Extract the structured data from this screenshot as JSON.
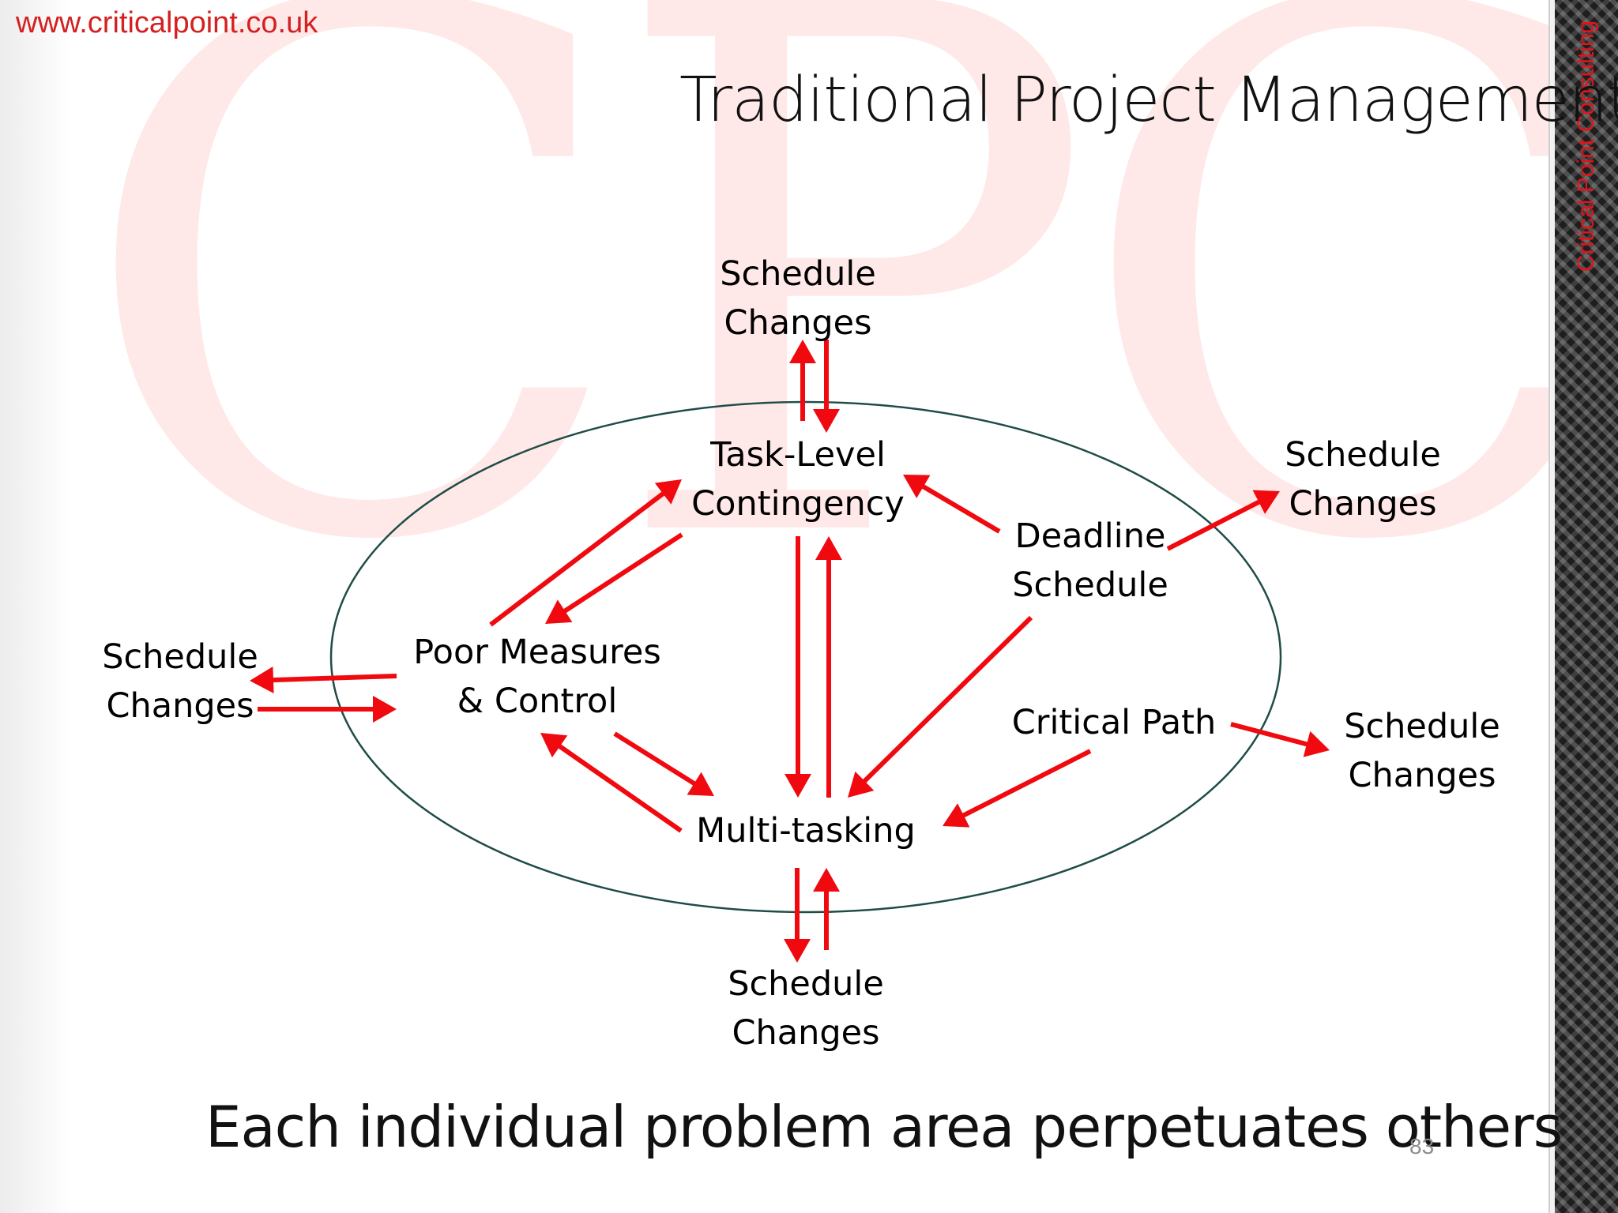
{
  "site_url": "www.criticalpoint.co.uk",
  "watermark": "CPC",
  "side_label": "Critical Point Consulting",
  "title": "Traditional Project Management",
  "caption": "Each individual problem area perpetuates others",
  "page_number": "83",
  "colors": {
    "arrow": "#f00a0f",
    "ellipse": "#1f4c47",
    "accent": "#d42020",
    "watermark": "#ffe8e8"
  },
  "nodes": {
    "task_level": {
      "line1": "Task-Level",
      "line2": "Contingency"
    },
    "deadline": {
      "line1": "Deadline",
      "line2": "Schedule"
    },
    "poor_measures": {
      "line1": "Poor Measures",
      "line2": "& Control"
    },
    "critical_path": {
      "line1": "Critical Path"
    },
    "multitasking": {
      "line1": "Multi-tasking"
    },
    "sc_top": {
      "line1": "Schedule",
      "line2": "Changes"
    },
    "sc_right_upper": {
      "line1": "Schedule",
      "line2": "Changes"
    },
    "sc_left": {
      "line1": "Schedule",
      "line2": "Changes"
    },
    "sc_right_lower": {
      "line1": "Schedule",
      "line2": "Changes"
    },
    "sc_bottom": {
      "line1": "Schedule",
      "line2": "Changes"
    }
  }
}
